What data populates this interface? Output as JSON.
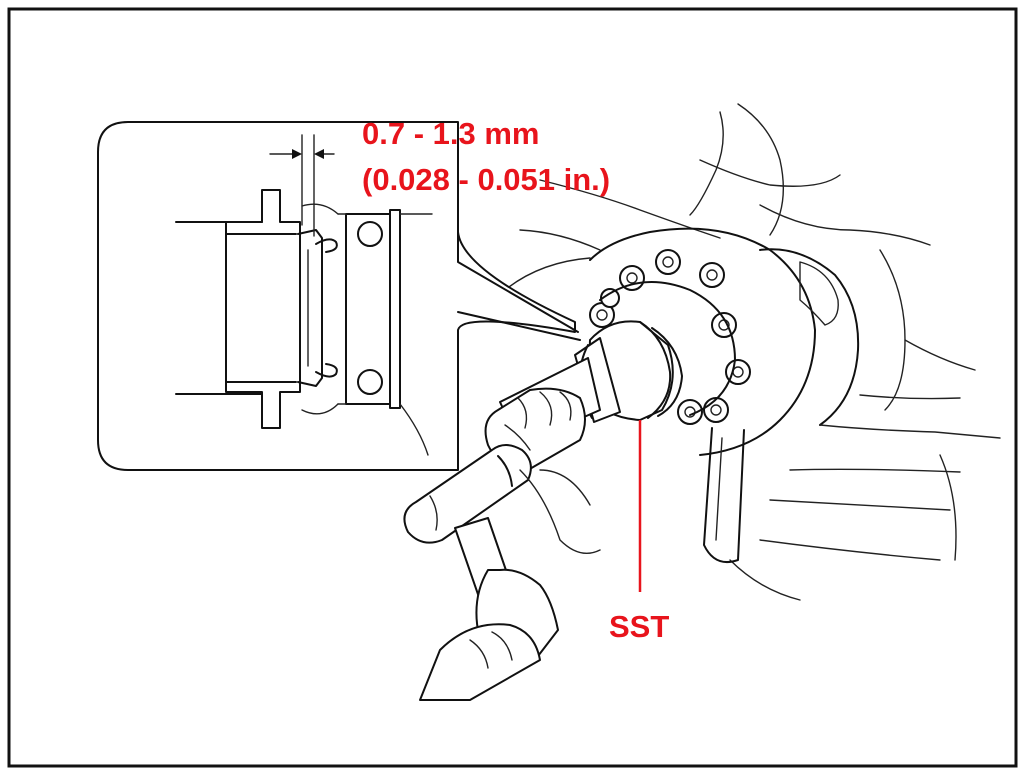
{
  "labels": {
    "clearance_mm": "0.7 - 1.3 mm",
    "clearance_in": "(0.028 - 0.051 in.)",
    "tool": "SST"
  },
  "colors": {
    "callout_text": "#e8141c",
    "line_art": "#111111",
    "background": "#ffffff"
  }
}
